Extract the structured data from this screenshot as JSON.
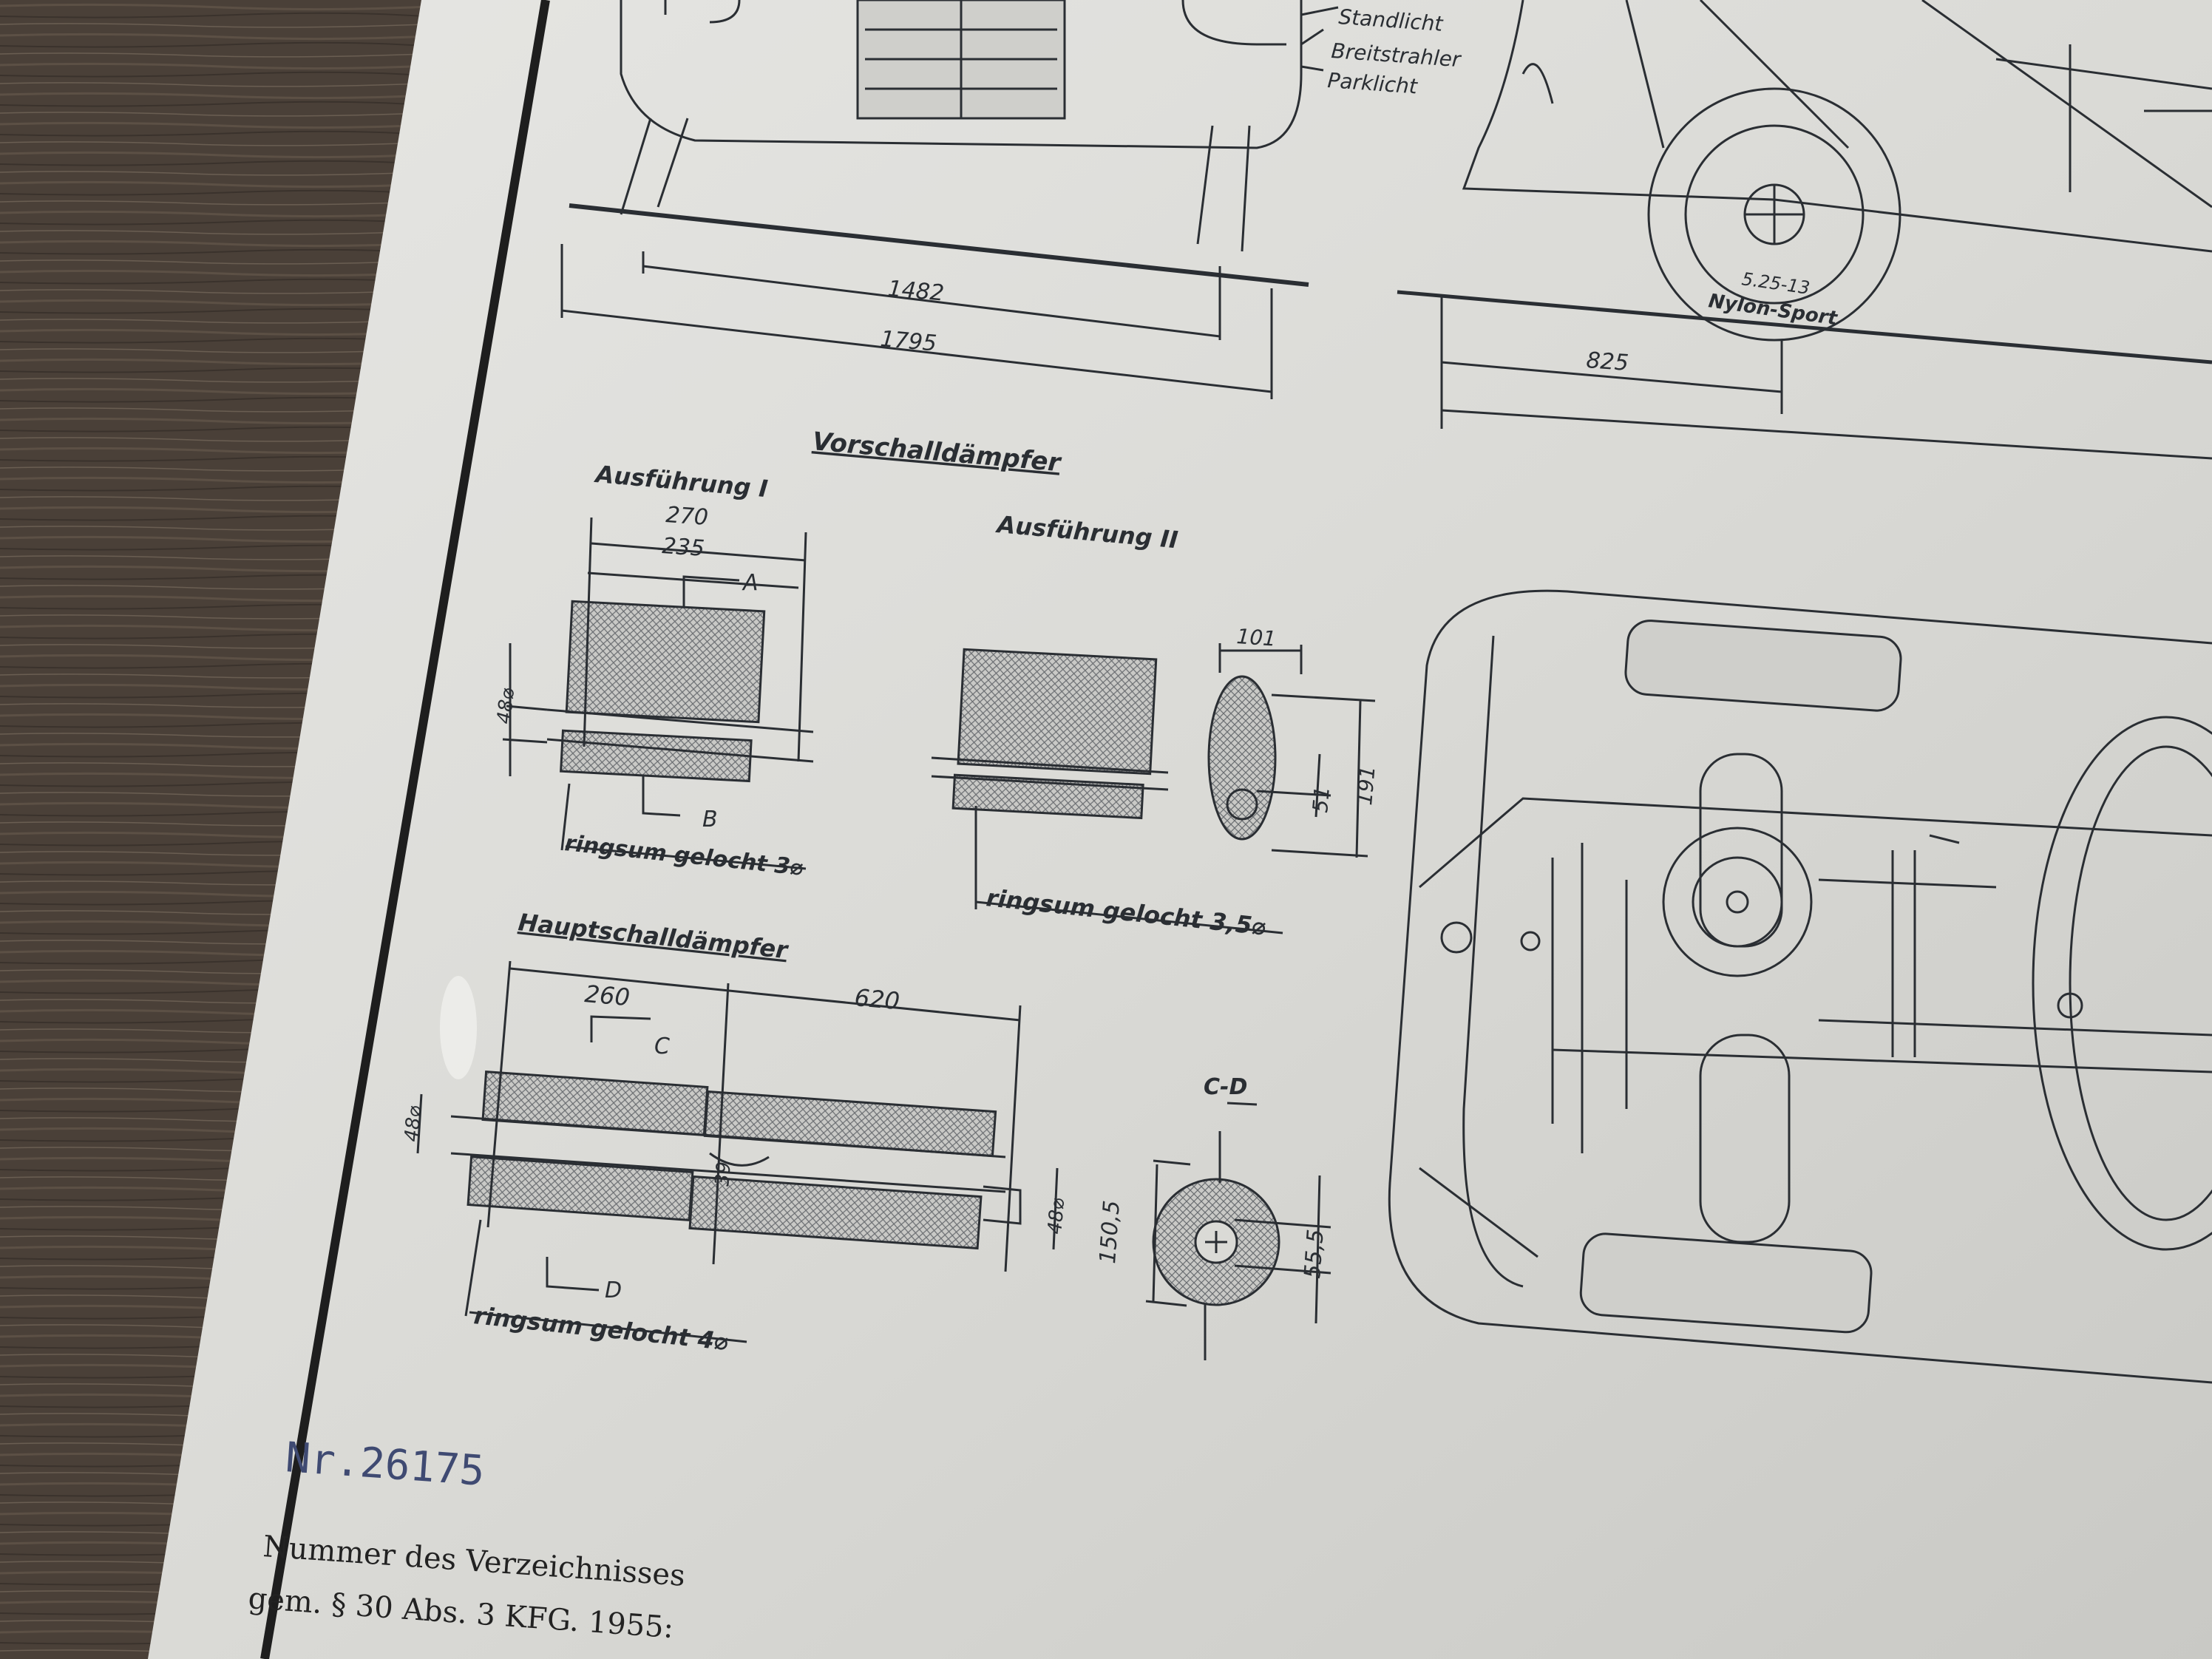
{
  "front_view": {
    "labels": [
      "Standlicht",
      "Breitstrahler",
      "Parklicht"
    ],
    "dim_track": "1482",
    "dim_width": "1795"
  },
  "side_view": {
    "tire_label_1": "5.25-13",
    "tire_label_2": "Nylon-Sport",
    "dim_overhang": "825"
  },
  "pre_muffler": {
    "title": "Vorschalldämpfer",
    "variant_1": {
      "title": "Ausführung I",
      "dim_outer": "270",
      "dim_inner": "235",
      "dim_pipe": "48⌀",
      "section_a": "A",
      "section_b": "B",
      "note": "ringsum gelocht 3⌀"
    },
    "variant_2": {
      "title": "Ausführung II",
      "dim_width": "101",
      "dim_small": "51",
      "dim_height": "191",
      "note": "ringsum gelocht 3,5⌀"
    }
  },
  "main_muffler": {
    "title": "Hauptschalldämpfer",
    "dim_left": "260",
    "dim_total": "620",
    "dim_pipe_in": "48⌀",
    "dim_pipe_mid": "39",
    "dim_pipe_out": "48⌀",
    "section_c": "C",
    "section_d": "D",
    "note": "ringsum gelocht 4⌀",
    "section_cd": {
      "title": "C-D",
      "dim_outer": "150,5",
      "dim_inner": "55,5"
    }
  },
  "stamp_number": "Nr.26175",
  "footer_line_1": "Nummer des Verzeichnisses",
  "footer_line_2": "gem. § 30 Abs. 3 KFG. 1955:",
  "colors": {
    "wood": "#4a4038",
    "paper": "#dcdcd8",
    "ink": "#2a2e33",
    "stamp_ink": "#3f4a72"
  }
}
